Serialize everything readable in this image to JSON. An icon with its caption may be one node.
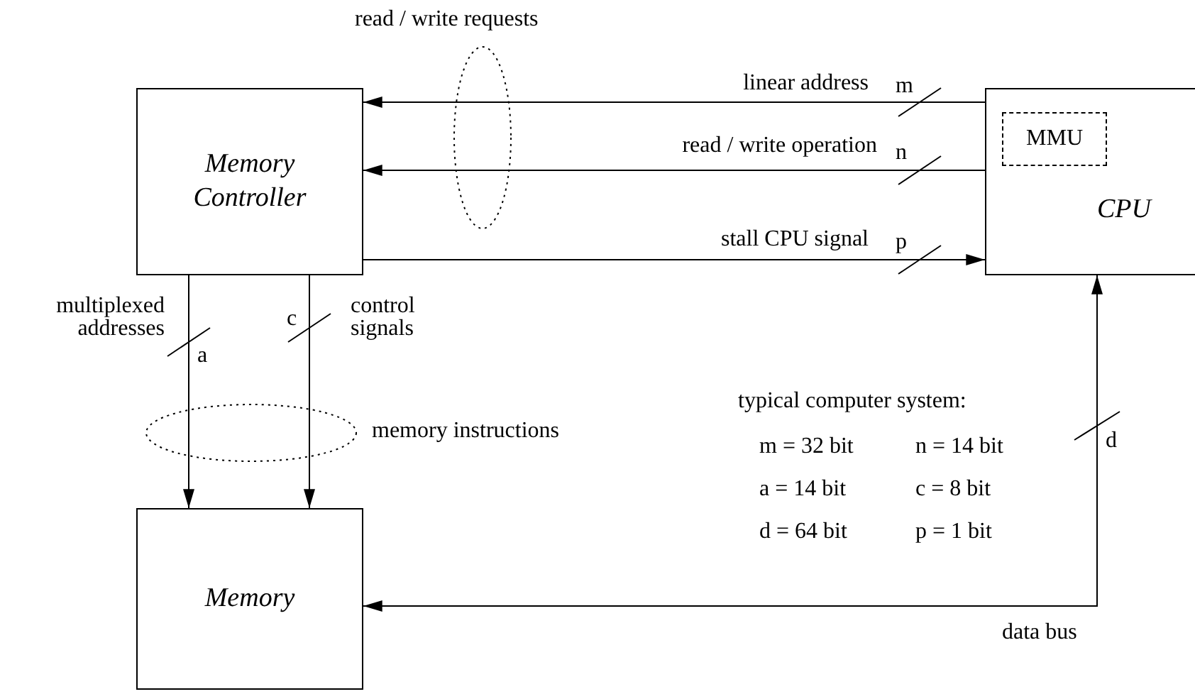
{
  "diagram": {
    "nodes": [
      {
        "text": [
          "Memory Controller"
        ]
      },
      {
        "text": [
          "CPU"
        ]
      },
      {
        "text": [
          "MMU"
        ],
        "in": 1
      },
      {
        "text": [
          "Memory"
        ]
      }
    ],
    "edges": [
      {
        "from": 1,
        "to": 0,
        "arrow": "to",
        "label": "linear address"
      },
      {
        "from": 1,
        "to": 0,
        "arrow": "to",
        "label": "read / write operation"
      },
      {
        "from": 0,
        "to": 1,
        "arrow": "to",
        "label": "stall CPU signal"
      },
      {
        "from": 0,
        "to": 3,
        "arrow": "to",
        "label": "multiplexed addresses"
      },
      {
        "from": 0,
        "to": 3,
        "arrow": "to",
        "label": "control signals"
      },
      {
        "from": 1,
        "to": 3,
        "arrow": "both",
        "label": "data bus"
      }
    ],
    "labels": [
      "read / write requests",
      "memory instructions",
      "m",
      "n",
      "p",
      "a",
      "c",
      "typical computer system:",
      "m = 32 bit",
      "n = 14 bit",
      "a = 14 bit",
      "c = 8 bit",
      "d = 64 bit",
      "p = 1 bit",
      "d"
    ]
  }
}
